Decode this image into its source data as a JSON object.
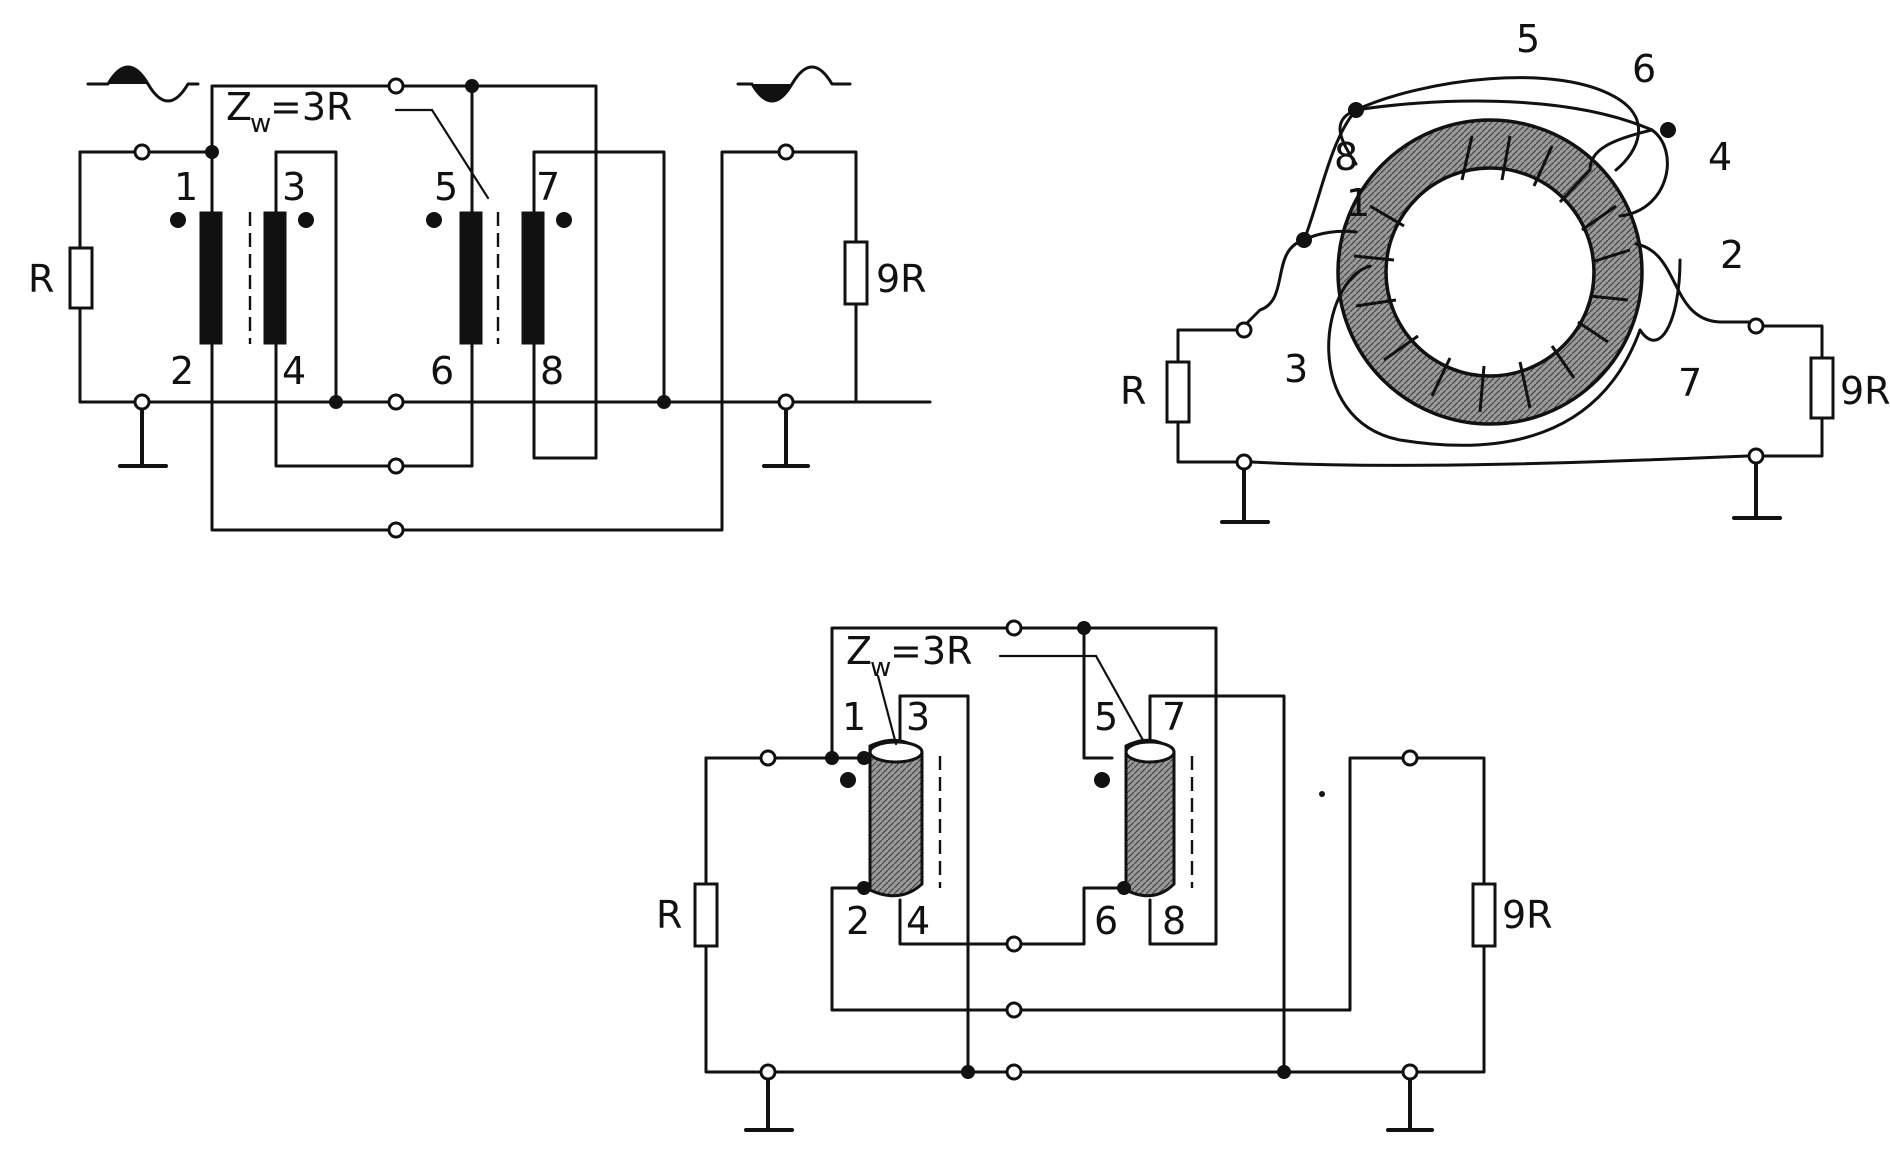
{
  "diagram1": {
    "impedance": {
      "z": "Z",
      "sub": "w",
      "rest": " =3R"
    },
    "resistor_in": "R",
    "resistor_out": "9R",
    "windings": [
      "1",
      "2",
      "3",
      "4",
      "5",
      "6",
      "7",
      "8"
    ]
  },
  "diagram2": {
    "resistor_in": "R",
    "resistor_out": "9R",
    "windings": [
      "1",
      "2",
      "3",
      "4",
      "5",
      "6",
      "7",
      "8"
    ]
  },
  "diagram3": {
    "impedance": {
      "z": "Z",
      "sub": "w",
      "rest": " =3R"
    },
    "resistor_in": "R",
    "resistor_out": "9R",
    "windings": [
      "1",
      "2",
      "3",
      "4",
      "5",
      "6",
      "7",
      "8"
    ]
  },
  "colors": {
    "ink": "#111111",
    "paper": "#ffffff"
  }
}
